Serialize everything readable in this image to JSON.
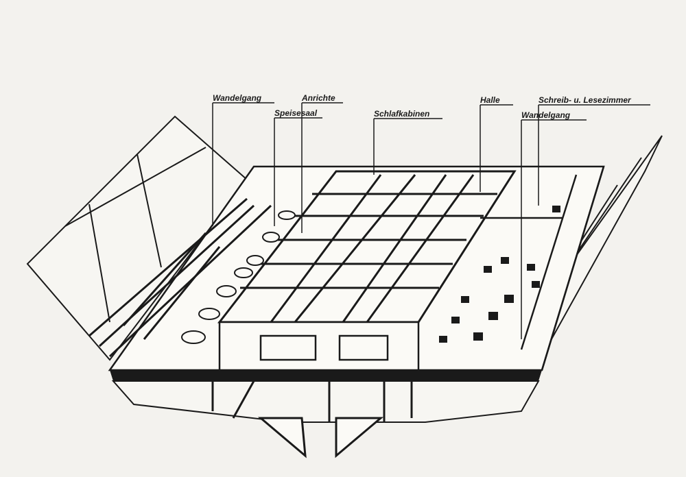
{
  "diagram": {
    "labels": {
      "wandelgang_left": "Wandelgang",
      "anrichte": "Anrichte",
      "speisesaal": "Speisesaal",
      "schlafkabinen": "Schlafkabinen",
      "halle": "Halle",
      "schreib_lesezimmer": "Schreib- u. Lesezimmer",
      "wandelgang_right": "Wandelgang"
    }
  }
}
